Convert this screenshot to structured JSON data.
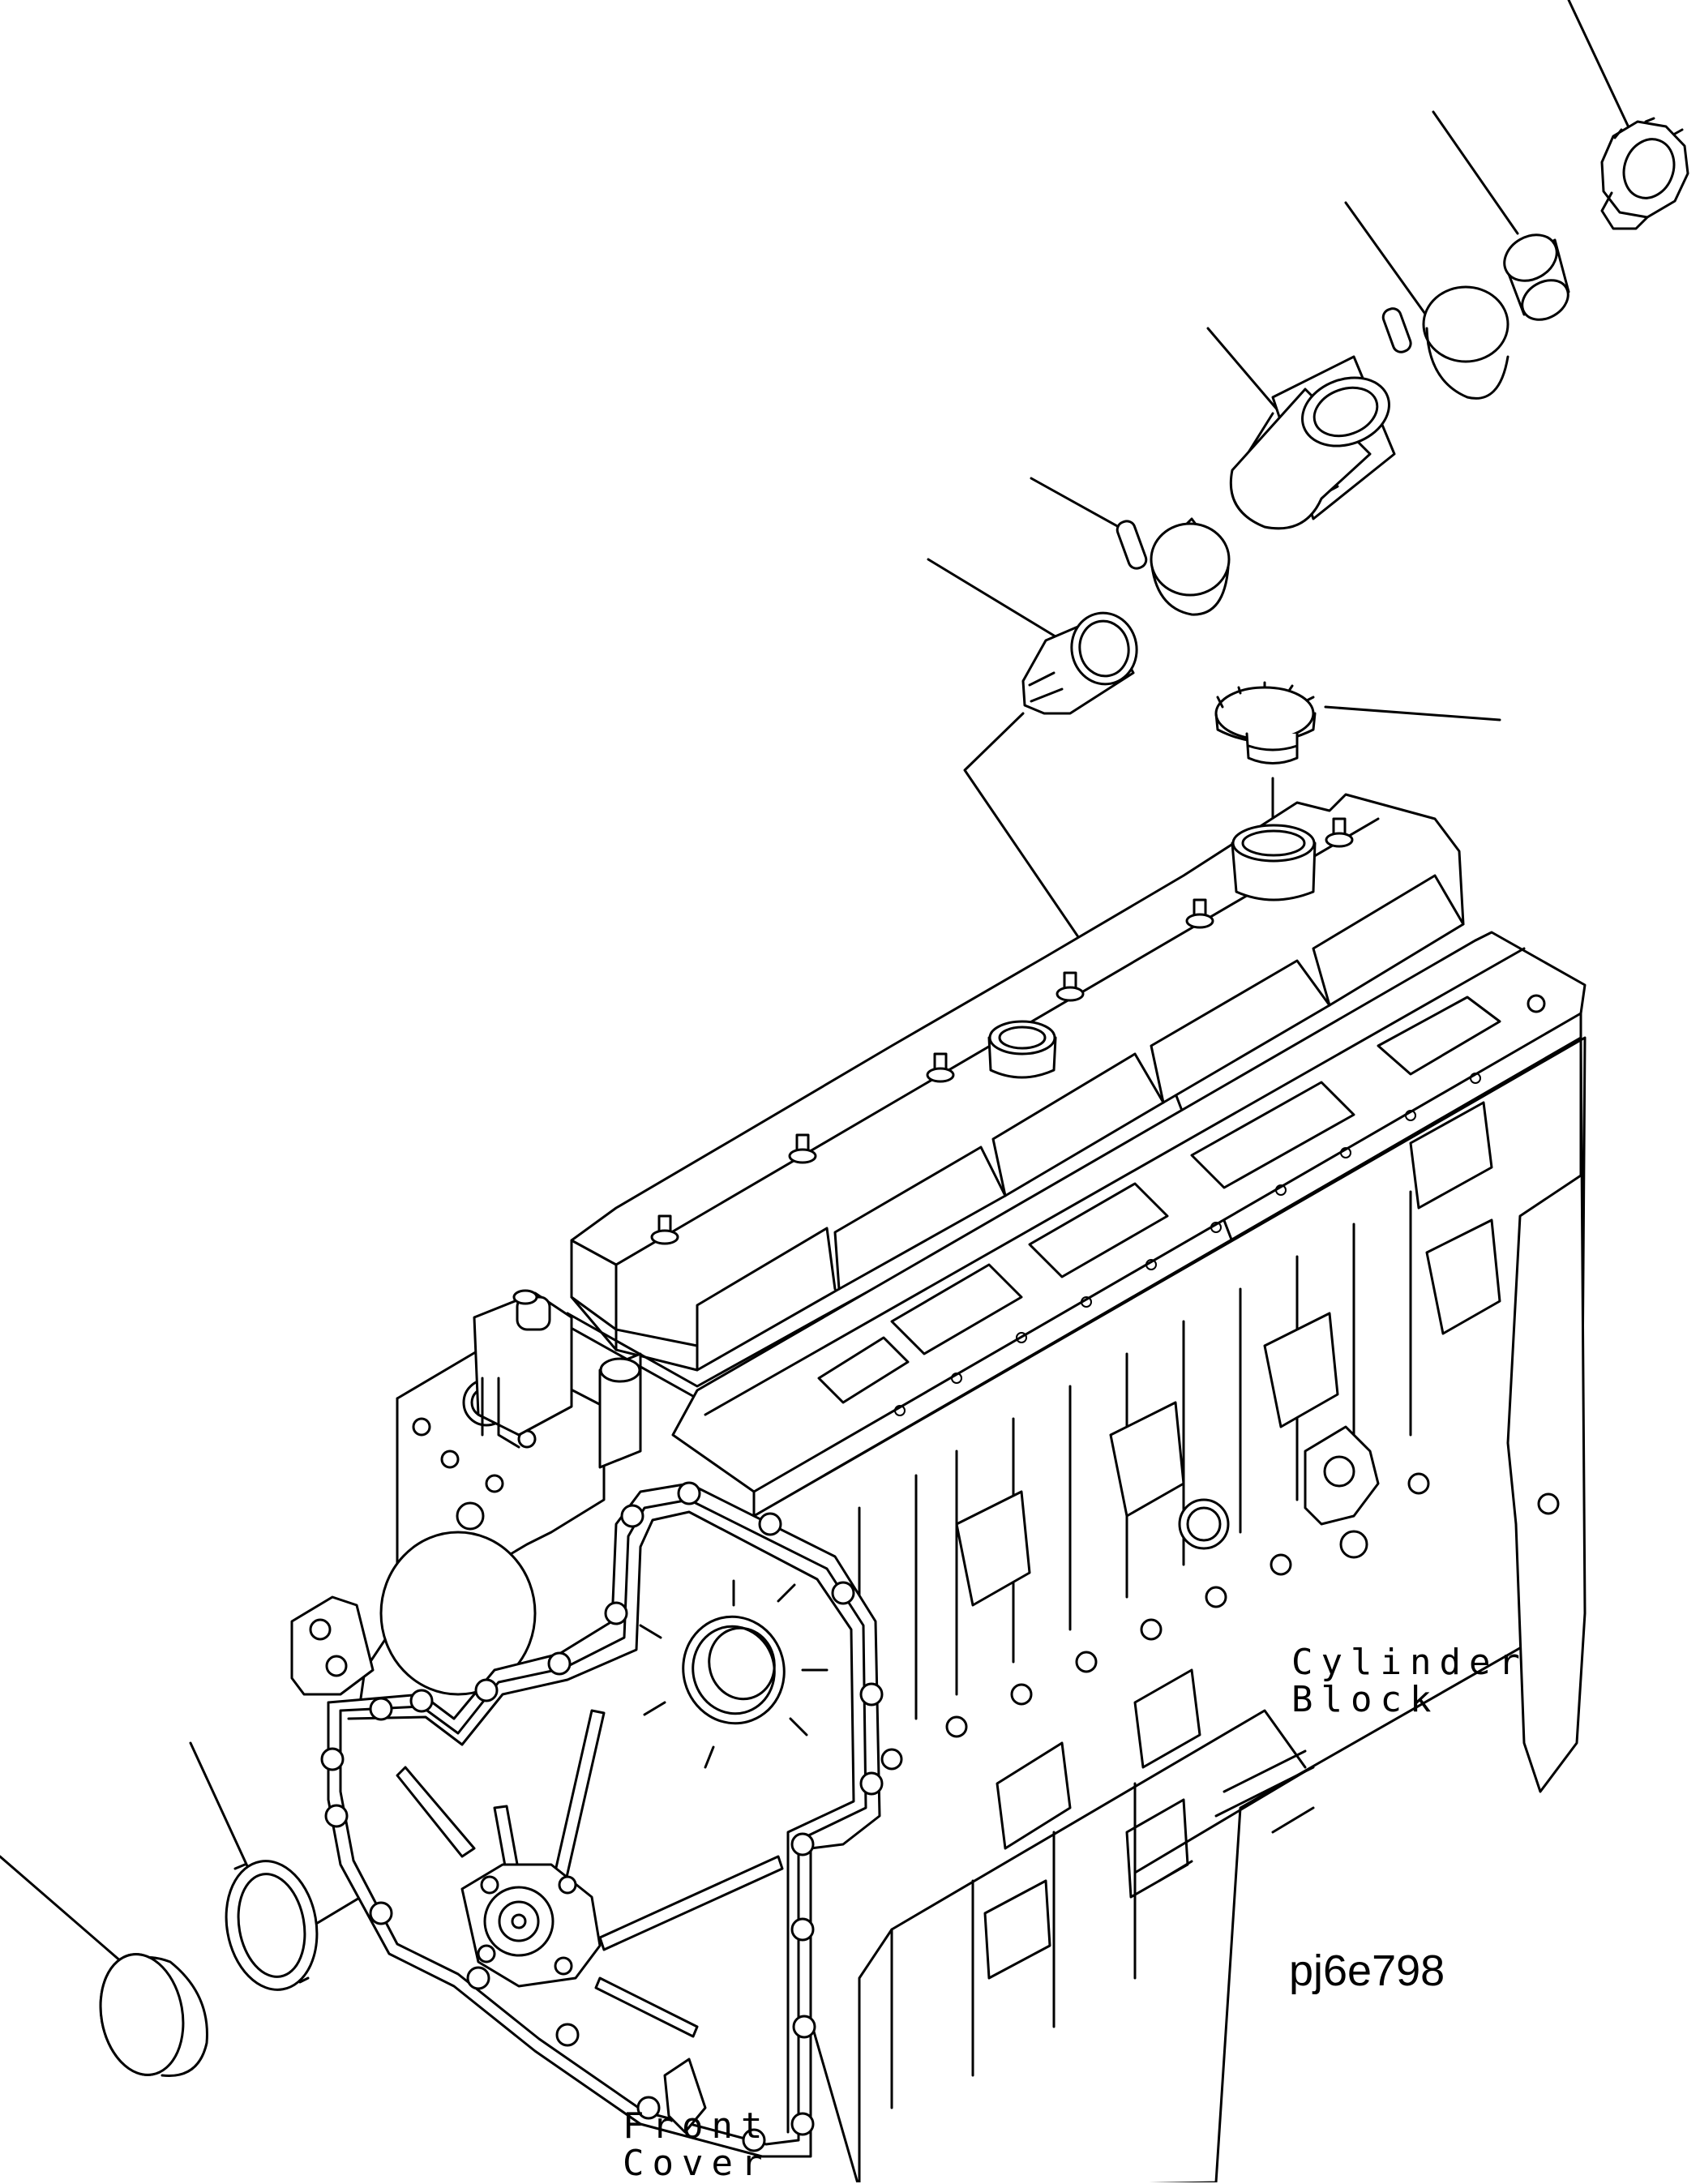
{
  "labels": {
    "cylinder_block_line1": "Cylinder",
    "cylinder_block_line2": "Block",
    "front_cover_line1": "Front",
    "front_cover_line2": "Cover"
  },
  "figure_id": "pj6e798"
}
